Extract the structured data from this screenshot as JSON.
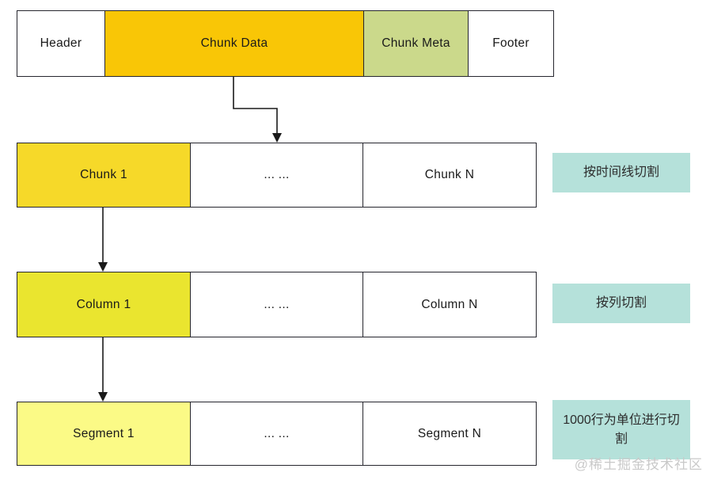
{
  "top_row": {
    "cells": [
      {
        "label": "Header"
      },
      {
        "label": "Chunk Data"
      },
      {
        "label": "Chunk Meta"
      },
      {
        "label": "Footer"
      }
    ]
  },
  "chunk_row": {
    "cells": [
      {
        "label": "Chunk 1"
      },
      {
        "label": "... ..."
      },
      {
        "label": "Chunk N"
      }
    ]
  },
  "column_row": {
    "cells": [
      {
        "label": "Column 1"
      },
      {
        "label": "... ..."
      },
      {
        "label": "Column N"
      }
    ]
  },
  "segment_row": {
    "cells": [
      {
        "label": "Segment 1"
      },
      {
        "label": "... ..."
      },
      {
        "label": "Segment N"
      }
    ]
  },
  "annotations": [
    {
      "label": "按时间线切割"
    },
    {
      "label": "按列切割"
    },
    {
      "label": "1000行为单位进行切割"
    }
  ],
  "colors": {
    "chunk_data_bg": "#F9C606",
    "chunk_meta_bg": "#CBD98B",
    "chunk_1_bg": "#F6D929",
    "column_1_bg": "#EAE52F",
    "segment_1_bg": "#FBFA86",
    "annotation_bg": "#B5E1DA",
    "box_border": "#26262E",
    "arrow": "#1A1A1A",
    "watermark_text_color": "#C9C9C9"
  },
  "watermark": "@稀土掘金技术社区"
}
